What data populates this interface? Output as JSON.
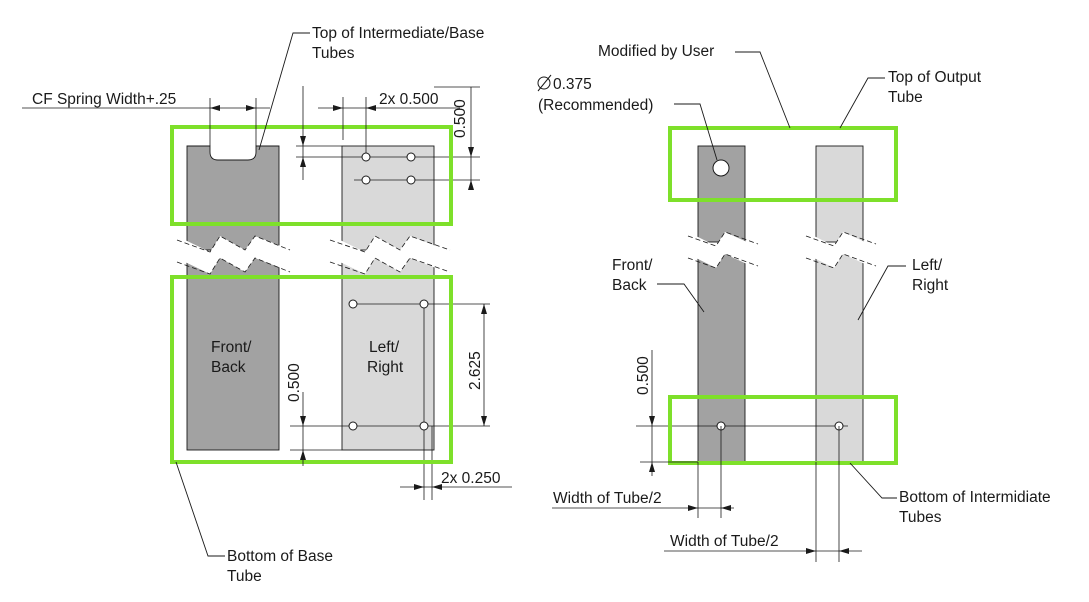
{
  "colors": {
    "dark_tube": "#a2a2a2",
    "light_tube": "#d9d9d9",
    "highlight": "#7ee02a",
    "line": "#1a1a1a"
  },
  "labels": {
    "top_intermediate_base_line1": "Top of Intermediate/Base",
    "top_intermediate_base_line2": "Tubes",
    "cf_spring_width": "CF Spring Width+.25",
    "spacing_2x_0500": "2x 0.500",
    "dim_0500_top": "0.500",
    "front_back_1": "Front/",
    "front_back_2": "Back",
    "left_right_1": "Left/",
    "left_right_2": "Right",
    "dim_2625": "2.625",
    "dim_0500_left": "0.500",
    "spacing_2x_0250": "2x 0.250",
    "bottom_base_line1": "Bottom of Base",
    "bottom_base_line2": "Tube",
    "modified_by_user": "Modified by User",
    "hole_dia": "0.375",
    "recommended": "(Recommended)",
    "top_output_line1": "Top of Output",
    "top_output_line2": "Tube",
    "front_back_r1": "Front/",
    "front_back_r2": "Back",
    "left_right_r1": "Left/",
    "left_right_r2": "Right",
    "dim_0500_right": "0.500",
    "width_half_1": "Width of Tube/2",
    "width_half_2": "Width of Tube/2",
    "bottom_intermediate_line1": "Bottom of Intermidiate",
    "bottom_intermediate_line2": "Tubes"
  }
}
